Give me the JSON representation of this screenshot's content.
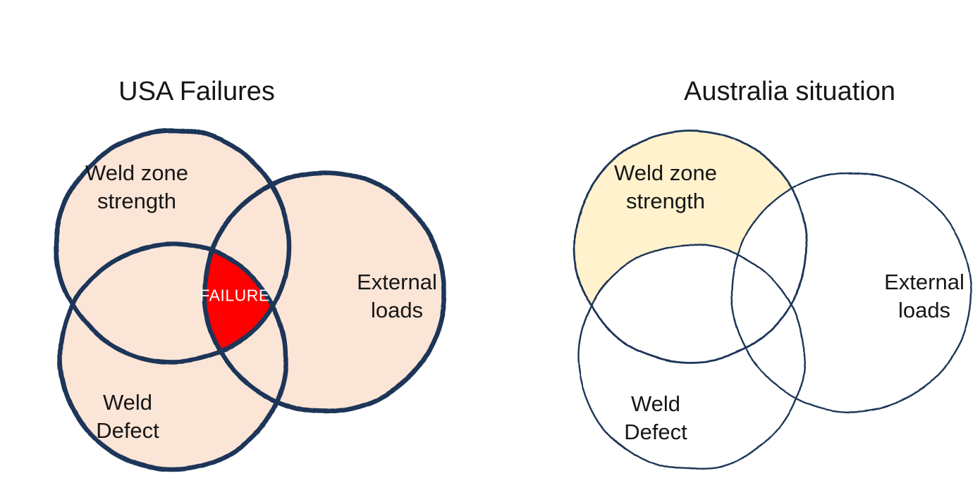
{
  "diagrams": [
    {
      "title": "USA Failures",
      "circles": [
        {
          "name": "Weld zone strength",
          "lines": [
            "Weld zone",
            "strength"
          ],
          "fill": "#FBE5D6"
        },
        {
          "name": "External loads",
          "lines": [
            "External",
            "loads"
          ],
          "fill": "#FBE5D6"
        },
        {
          "name": "Weld Defect",
          "lines": [
            "Weld",
            "Defect"
          ],
          "fill": "#FBE5D6"
        }
      ],
      "intersection_label": "FAILURE",
      "intersection_fill": "#FF0000",
      "intersection_text_color": "#FFFFFF"
    },
    {
      "title": "Australia situation",
      "circles": [
        {
          "name": "Weld zone strength",
          "lines": [
            "Weld zone",
            "strength"
          ],
          "fill": "#FFF2CC"
        },
        {
          "name": "External loads",
          "lines": [
            "External",
            "loads"
          ],
          "fill": "#FFFFFF"
        },
        {
          "name": "Weld Defect",
          "lines": [
            "Weld",
            "Defect"
          ],
          "fill": "#FFFFFF"
        }
      ]
    }
  ],
  "colors": {
    "outline": "#1F3459",
    "usa_fill": "#FBE5D6",
    "australia_top_fill": "#FFF2CC",
    "white_fill": "#FFFFFF",
    "failure_fill": "#FF0000",
    "text": "#161616",
    "background": "#FFFFFF"
  }
}
